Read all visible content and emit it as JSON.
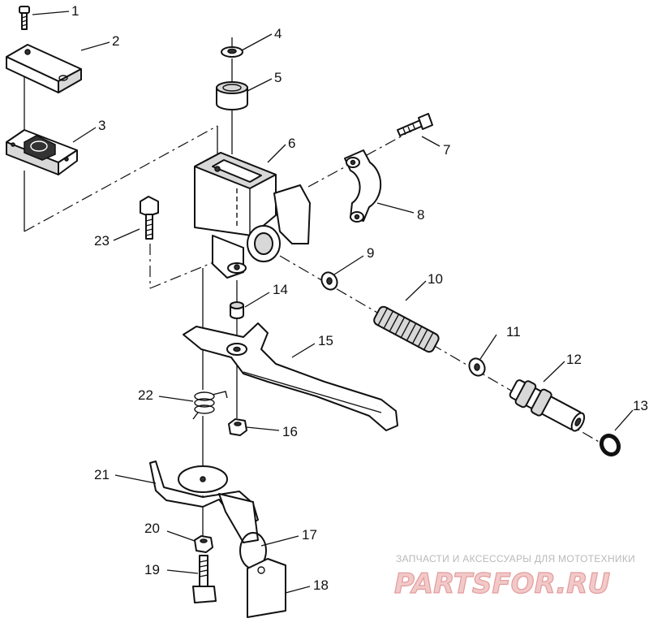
{
  "labels": [
    {
      "id": "part-1",
      "text": "1"
    },
    {
      "id": "part-2",
      "text": "2"
    },
    {
      "id": "part-3",
      "text": "3"
    },
    {
      "id": "part-4",
      "text": "4"
    },
    {
      "id": "part-5",
      "text": "5"
    },
    {
      "id": "part-6",
      "text": "6"
    },
    {
      "id": "part-7",
      "text": "7"
    },
    {
      "id": "part-8",
      "text": "8"
    },
    {
      "id": "part-9",
      "text": "9"
    },
    {
      "id": "part-10",
      "text": "10"
    },
    {
      "id": "part-11",
      "text": "11"
    },
    {
      "id": "part-12",
      "text": "12"
    },
    {
      "id": "part-13",
      "text": "13"
    },
    {
      "id": "part-14",
      "text": "14"
    },
    {
      "id": "part-15",
      "text": "15"
    },
    {
      "id": "part-16",
      "text": "16"
    },
    {
      "id": "part-17",
      "text": "17"
    },
    {
      "id": "part-18",
      "text": "18"
    },
    {
      "id": "part-19",
      "text": "19"
    },
    {
      "id": "part-20",
      "text": "20"
    },
    {
      "id": "part-21",
      "text": "21"
    },
    {
      "id": "part-22",
      "text": "22"
    },
    {
      "id": "part-23",
      "text": "23"
    }
  ],
  "watermark": {
    "tagline": "ЗАПЧАСТИ И АКСЕССУАРЫ ДЛЯ МОТОТЕХНИКИ",
    "logo": "PARTSFOR.RU"
  }
}
